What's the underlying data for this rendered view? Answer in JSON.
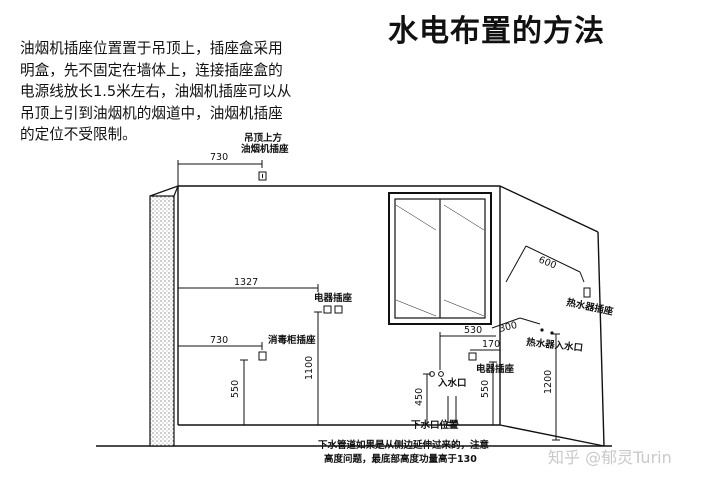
{
  "title": "水电布置的方法",
  "description_lines": [
    "油烟机插座位置置于吊顶上，插座盒采用",
    "明盒，先不固定在墙体上，连接插座盒的",
    "电源线放长1.5米左右，油烟机插座可以从",
    "吊顶上引到油烟机的烟道中，油烟机插座",
    "的定位不受限制。"
  ],
  "labels": {
    "hood_socket": [
      "吊顶上方",
      "油烟机插座"
    ],
    "appliance_socket": "电器插座",
    "disinfect_socket": "消毒柜插座",
    "heater_socket": "热水器插座",
    "heater_inlet": "热水器入水口",
    "appliance_socket_2": "电器插座",
    "water_inlet": "入水口",
    "drain": "下水口位置",
    "note": [
      "下水管道如果是从侧边延伸过来的，注意",
      "高度问题，最底部高度功量高于130"
    ]
  },
  "dimensions": {
    "d730_top": "730",
    "d1327": "1327",
    "d730_mid": "730",
    "d550_left": "550",
    "d1100": "1100",
    "d600": "600",
    "d530": "530",
    "d300": "300",
    "d170": "170",
    "d450": "450",
    "d550_right": "550",
    "d1200": "1200"
  },
  "watermark": "知乎 @郁灵Turin"
}
